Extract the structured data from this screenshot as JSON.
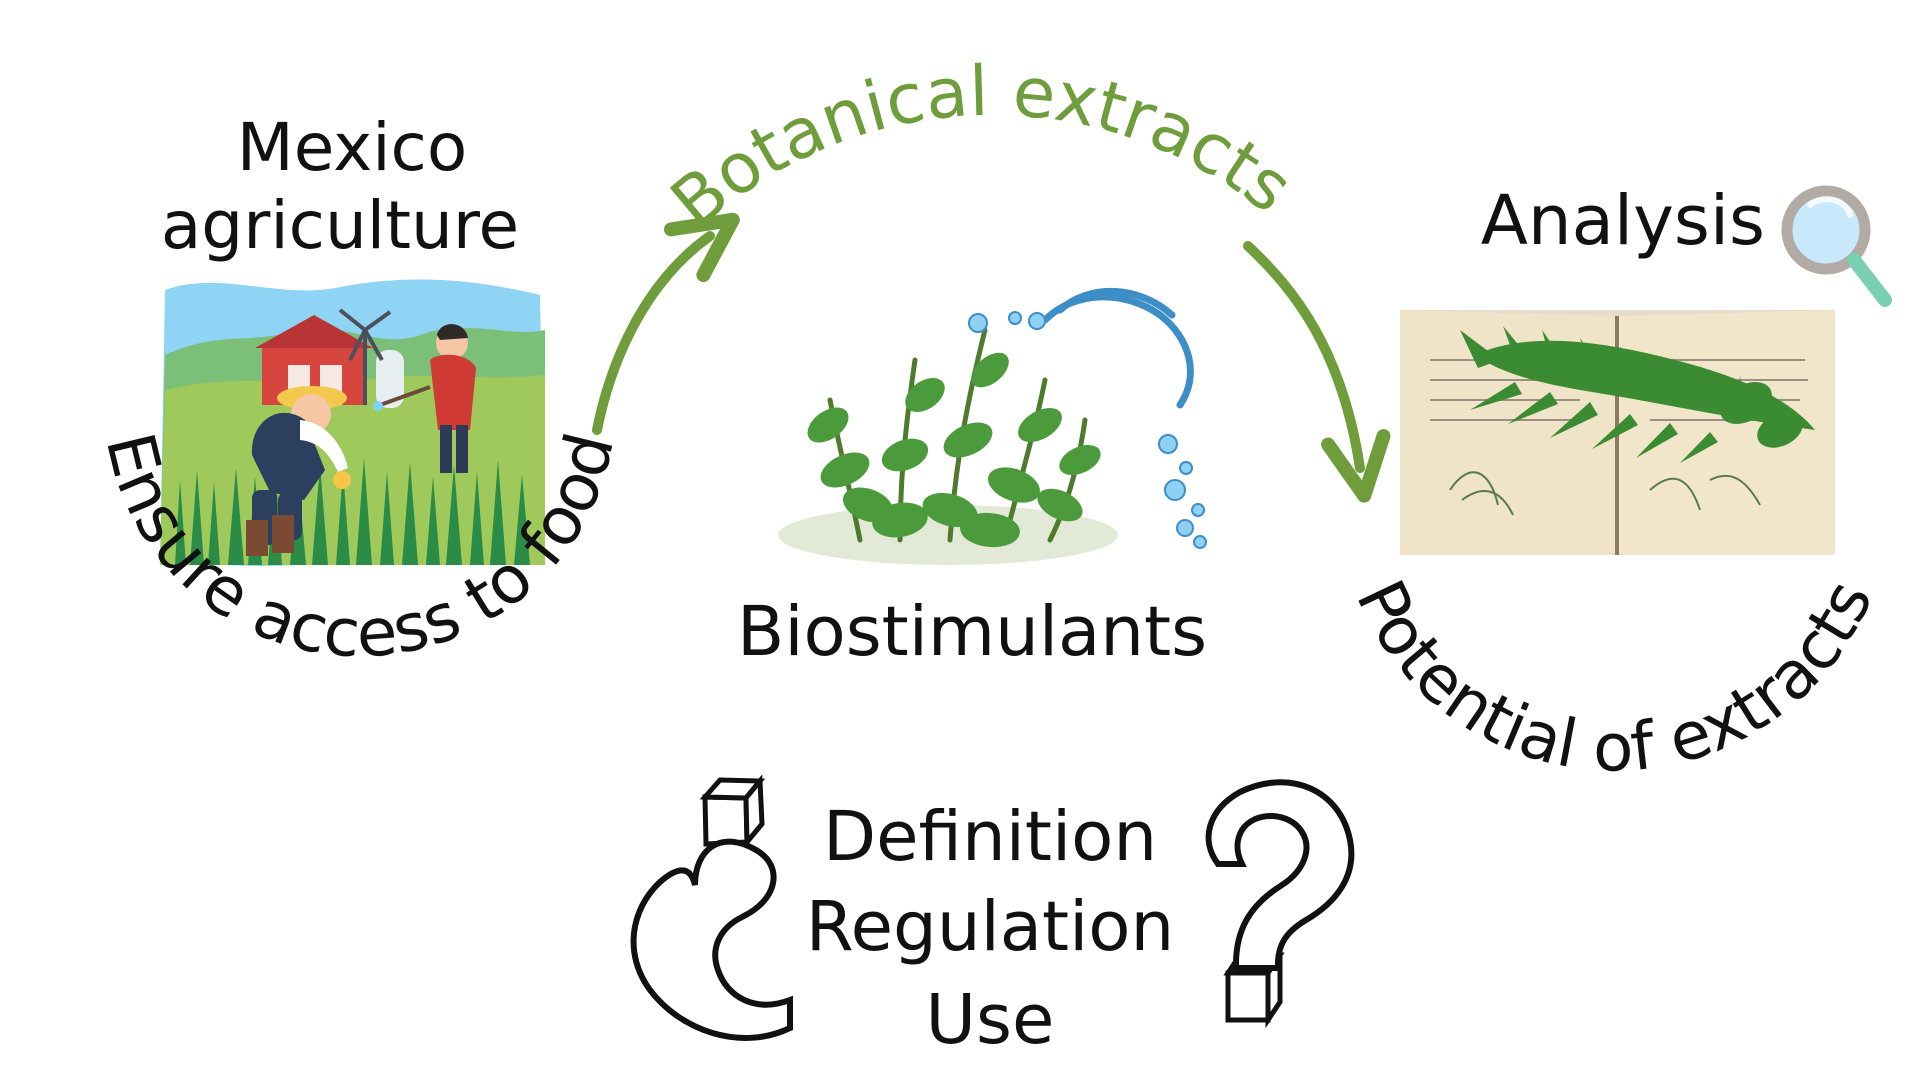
{
  "labels": {
    "mexico_agriculture": [
      "Mexico",
      "agriculture"
    ],
    "ensure_access": "Ensure access to food",
    "botanical_extracts": "Botanical extracts",
    "biostimulants": "Biostimulants",
    "analysis": "Analysis",
    "potential": "Potential of extracts",
    "questions": [
      "Definition",
      "Regulation",
      "Use"
    ]
  },
  "colors": {
    "text": "#111111",
    "accent_green": "#6f9d3c",
    "arrow_green": "#6f9d3c"
  },
  "icons": {
    "farm": "farm-illustration-icon",
    "plant": "mint-plant-water-icon",
    "book": "herbarium-book-icon",
    "magnifier": "magnifying-glass-icon",
    "question_left": "inverted-question-mark-icon",
    "question_right": "question-mark-icon"
  }
}
